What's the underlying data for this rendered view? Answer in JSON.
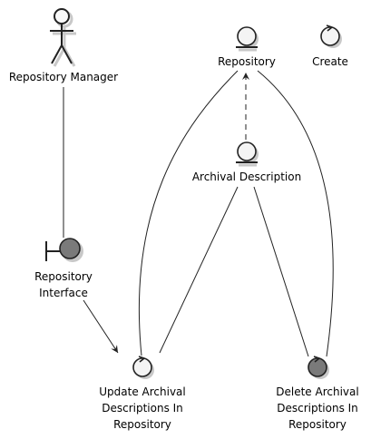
{
  "diagram": {
    "actor": {
      "label": "Repository Manager",
      "icon": "stick-figure-actor"
    },
    "boundary": {
      "label_line1": "Repository",
      "label_line2": "Interface",
      "icon": "boundary-circle-icon"
    },
    "entities": {
      "repository": {
        "label": "Repository",
        "icon": "entity-icon"
      },
      "archival_description": {
        "label": "Archival Description",
        "icon": "entity-icon"
      }
    },
    "controls": {
      "create": {
        "label": "Create",
        "icon": "control-icon"
      },
      "update": {
        "label_line1": "Update Archival",
        "label_line2": "Descriptions In",
        "label_line3": "Repository",
        "icon": "control-icon"
      },
      "delete": {
        "label_line1": "Delete Archival",
        "label_line2": "Descriptions In",
        "label_line3": "Repository",
        "icon": "control-icon"
      }
    },
    "colors": {
      "stroke": "#222222",
      "light_fill": "#f4f4f4",
      "dark_fill": "#7a7a7a",
      "shadow": "#c8c8c8"
    }
  }
}
